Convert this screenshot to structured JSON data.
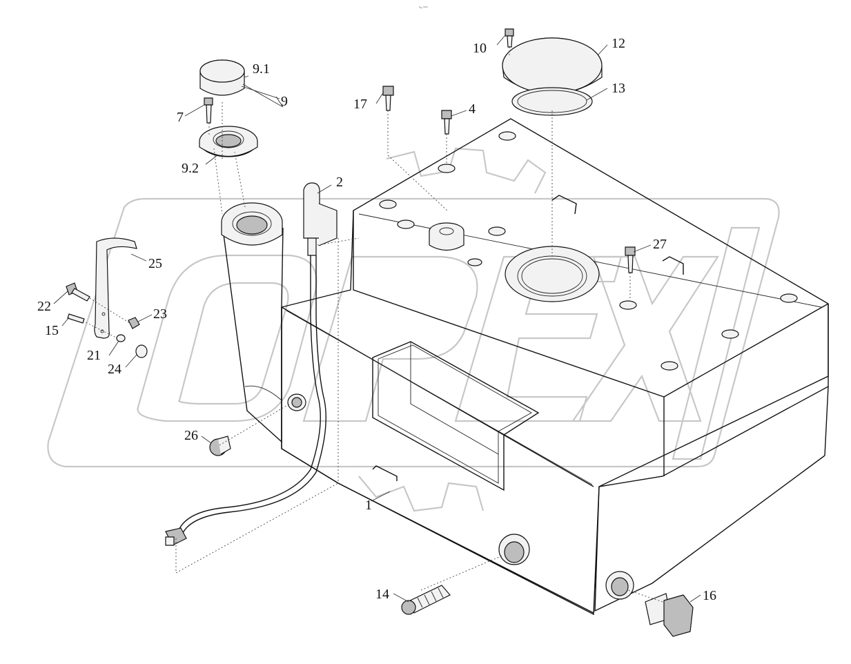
{
  "header": {
    "tiny_text": "▫₀ ▫▫▫"
  },
  "watermark": {
    "brand": "OPEX"
  },
  "callouts": [
    {
      "id": "c1",
      "text": "1"
    },
    {
      "id": "c2",
      "text": "2"
    },
    {
      "id": "c4",
      "text": "4"
    },
    {
      "id": "c7",
      "text": "7"
    },
    {
      "id": "c9",
      "text": "9"
    },
    {
      "id": "c91",
      "text": "9.1"
    },
    {
      "id": "c92",
      "text": "9.2"
    },
    {
      "id": "c10",
      "text": "10"
    },
    {
      "id": "c12",
      "text": "12"
    },
    {
      "id": "c13",
      "text": "13"
    },
    {
      "id": "c14",
      "text": "14"
    },
    {
      "id": "c15",
      "text": "15"
    },
    {
      "id": "c16",
      "text": "16"
    },
    {
      "id": "c17",
      "text": "17"
    },
    {
      "id": "c21",
      "text": "21"
    },
    {
      "id": "c22",
      "text": "22"
    },
    {
      "id": "c23",
      "text": "23"
    },
    {
      "id": "c24",
      "text": "24"
    },
    {
      "id": "c25",
      "text": "25"
    },
    {
      "id": "c26",
      "text": "26"
    },
    {
      "id": "c27",
      "text": "27"
    }
  ]
}
